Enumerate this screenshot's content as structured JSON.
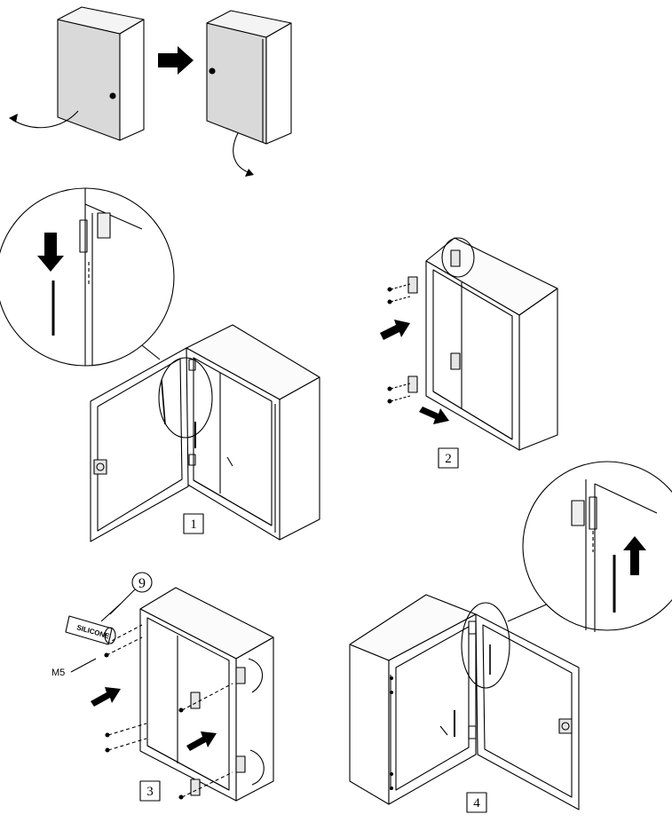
{
  "steps": [
    {
      "label": "1"
    },
    {
      "label": "2"
    },
    {
      "label": "3"
    },
    {
      "label": "4"
    }
  ],
  "callouts": {
    "part_number": "9",
    "screw_label": "M5",
    "sealant_label": "SILICONE"
  }
}
